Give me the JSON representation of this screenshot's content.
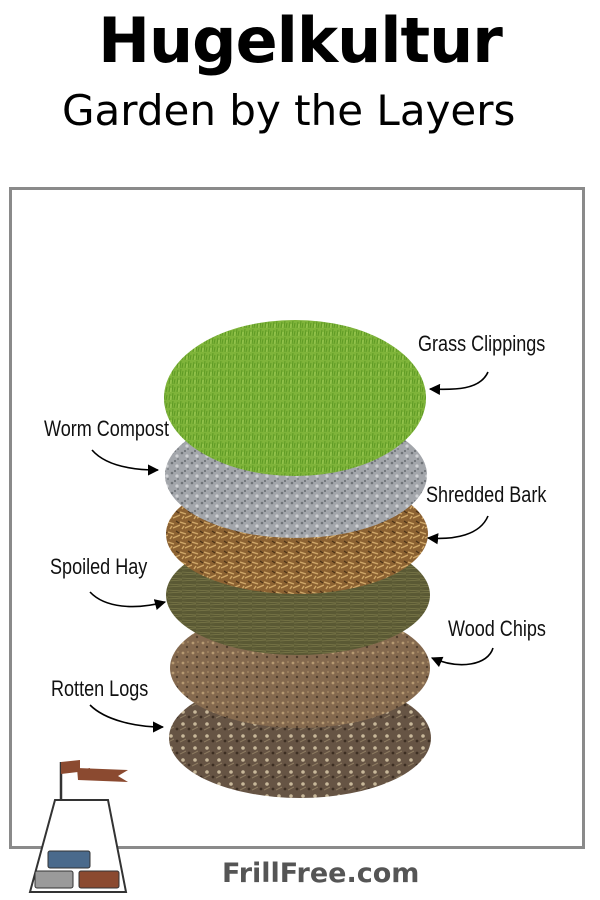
{
  "header": {
    "title": "Hugelkultur",
    "subtitle": "Garden by the Layers"
  },
  "layers": [
    {
      "label": "Grass Clippings",
      "color": "#7fb43a"
    },
    {
      "label": "Worm Compost",
      "color": "#a5a8ad"
    },
    {
      "label": "Shredded Bark",
      "color": "#9a6e3a"
    },
    {
      "label": "Spoiled Hay",
      "color": "#5b5a35"
    },
    {
      "label": "Wood Chips",
      "color": "#8a6e52"
    },
    {
      "label": "Rotten Logs",
      "color": "#6e5a48"
    }
  ],
  "footer": {
    "site": "FrillFree.com"
  },
  "colors": {
    "frame": "#8a8a8a",
    "footer_text": "#555555",
    "logo_flag": "#8b4a30",
    "logo_brick_blue": "#4a6a8c",
    "logo_brick_gray": "#9a9a9a",
    "logo_brick_brown": "#8b4a30"
  }
}
